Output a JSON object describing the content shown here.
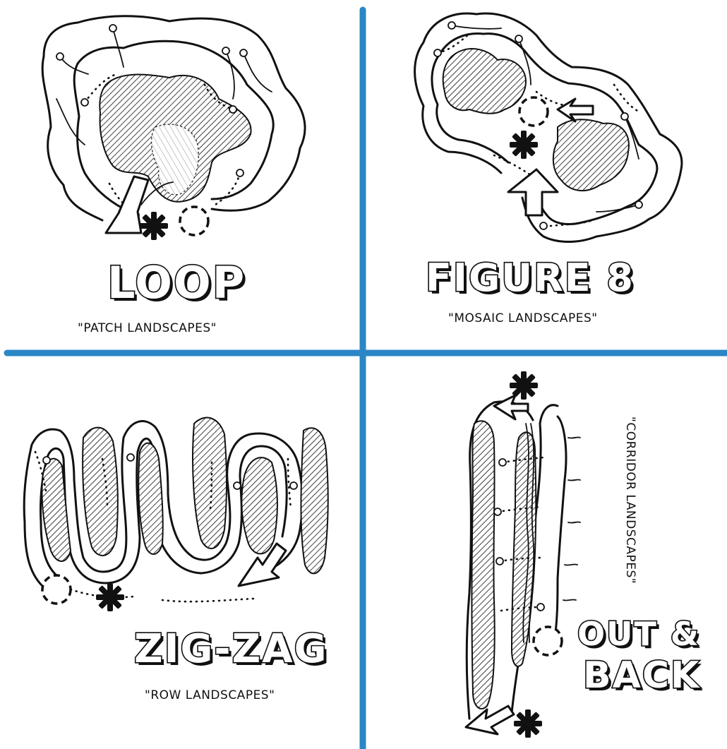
{
  "colors": {
    "divider": "#2b86c5",
    "ink": "#111111",
    "background": "#ffffff"
  },
  "quadrants": {
    "loop": {
      "title": "LOOP",
      "subtitle": "\"PATCH LANDSCAPES\""
    },
    "figure8": {
      "title": "FIGURE 8",
      "subtitle": "\"MOSAIC LANDSCAPES\""
    },
    "zigzag": {
      "title": "ZIG-ZAG",
      "subtitle": "\"ROW LANDSCAPES\""
    },
    "outback": {
      "title_line1": "OUT &",
      "title_line2": "BACK",
      "subtitle": "\"CORRIDOR LANDSCAPES\""
    }
  },
  "icons": [
    "trailhead-asterisk-icon",
    "dashed-circle-icon",
    "direction-arrow-icon",
    "trail-node-icon"
  ]
}
